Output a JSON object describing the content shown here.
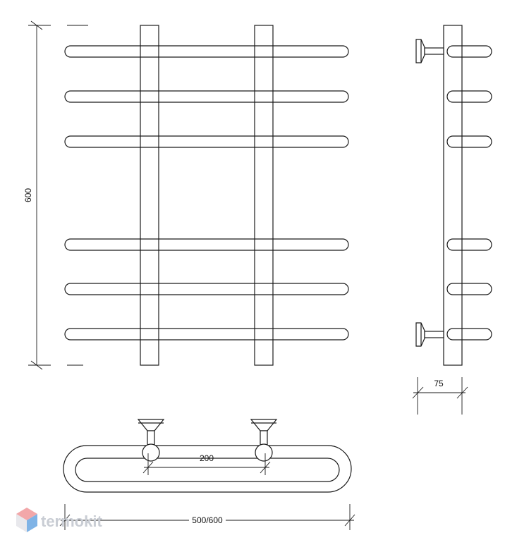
{
  "dimensions": {
    "height": "600",
    "depth": "75",
    "axis_spacing": "200",
    "width": "500/600"
  },
  "views": {
    "front": {
      "rails": 6,
      "risers": 2
    },
    "side": {
      "rails": 6,
      "brackets": 2
    },
    "top": {
      "connections": 2
    }
  },
  "watermark": {
    "text": "termokit",
    "colors": {
      "top": "#f2a7a9",
      "left": "#e8e8ec",
      "right": "#7fb3e6"
    }
  },
  "colors": {
    "line": "#1a1a1a",
    "background": "#ffffff",
    "watermark_text": "#c9cdd4"
  }
}
